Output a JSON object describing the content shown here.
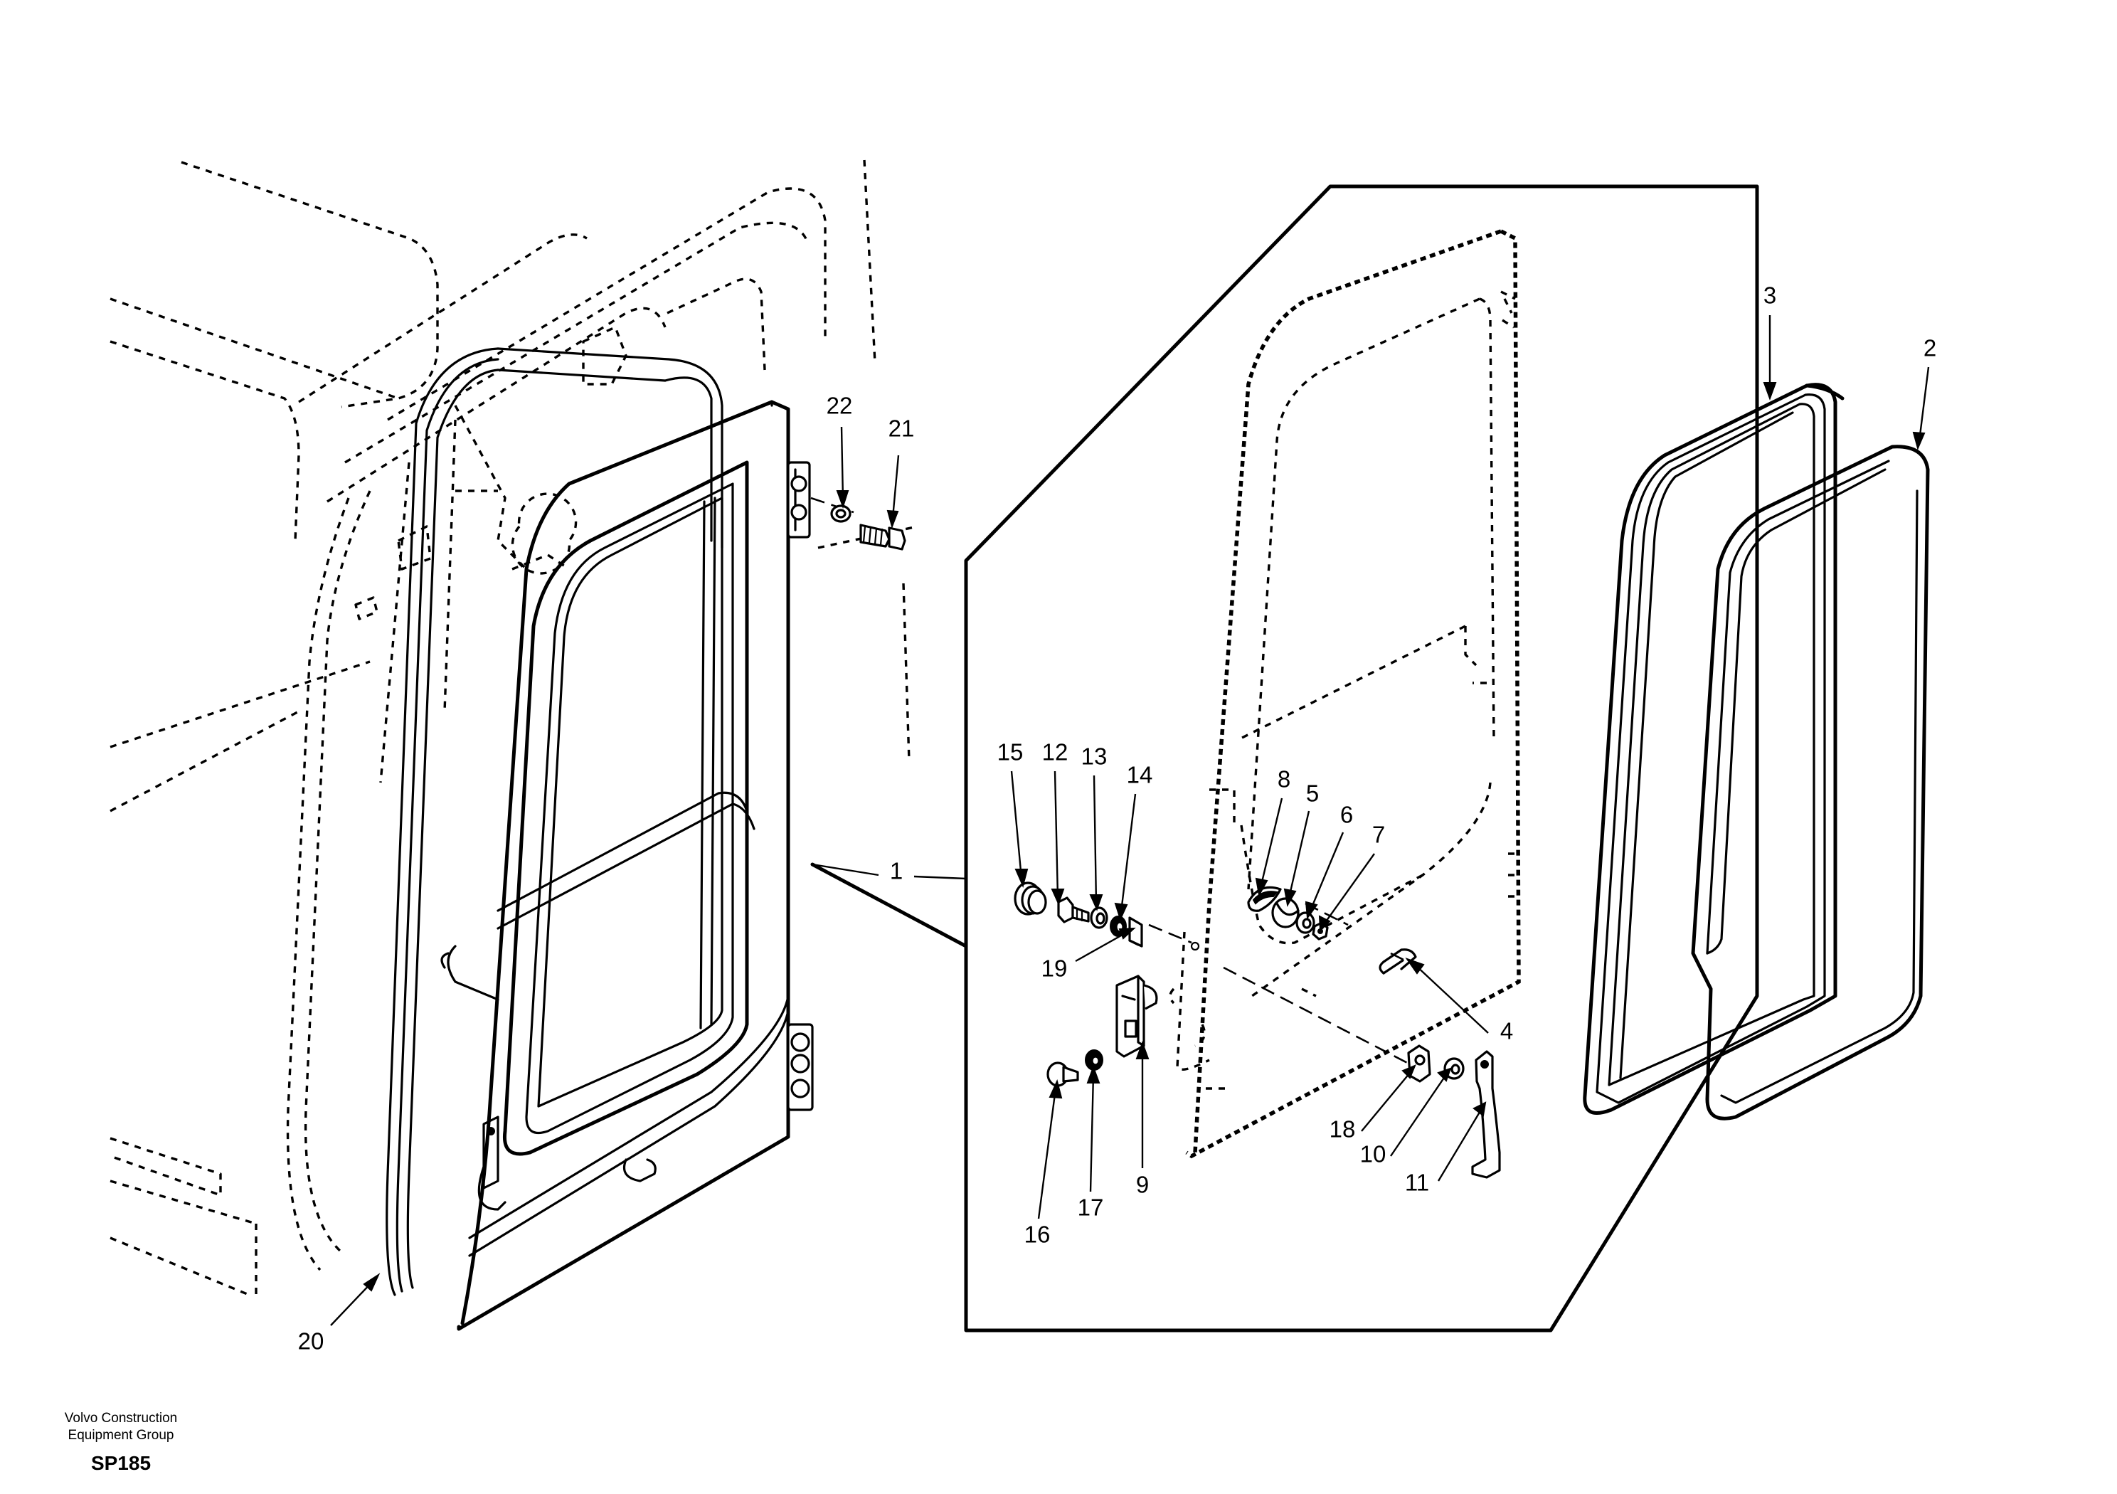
{
  "diagram": {
    "callouts": [
      {
        "id": "1",
        "label": "1"
      },
      {
        "id": "2",
        "label": "2"
      },
      {
        "id": "3",
        "label": "3"
      },
      {
        "id": "4",
        "label": "4"
      },
      {
        "id": "5",
        "label": "5"
      },
      {
        "id": "6",
        "label": "6"
      },
      {
        "id": "7",
        "label": "7"
      },
      {
        "id": "8",
        "label": "8"
      },
      {
        "id": "9",
        "label": "9"
      },
      {
        "id": "10",
        "label": "10"
      },
      {
        "id": "11",
        "label": "11"
      },
      {
        "id": "12",
        "label": "12"
      },
      {
        "id": "13",
        "label": "13"
      },
      {
        "id": "14",
        "label": "14"
      },
      {
        "id": "15",
        "label": "15"
      },
      {
        "id": "16",
        "label": "16"
      },
      {
        "id": "17",
        "label": "17"
      },
      {
        "id": "18",
        "label": "18"
      },
      {
        "id": "19",
        "label": "19"
      },
      {
        "id": "20",
        "label": "20"
      },
      {
        "id": "21",
        "label": "21"
      },
      {
        "id": "22",
        "label": "22"
      }
    ]
  },
  "footer": {
    "company_line1": "Volvo Construction",
    "company_line2": "Equipment Group",
    "code": "SP185"
  }
}
